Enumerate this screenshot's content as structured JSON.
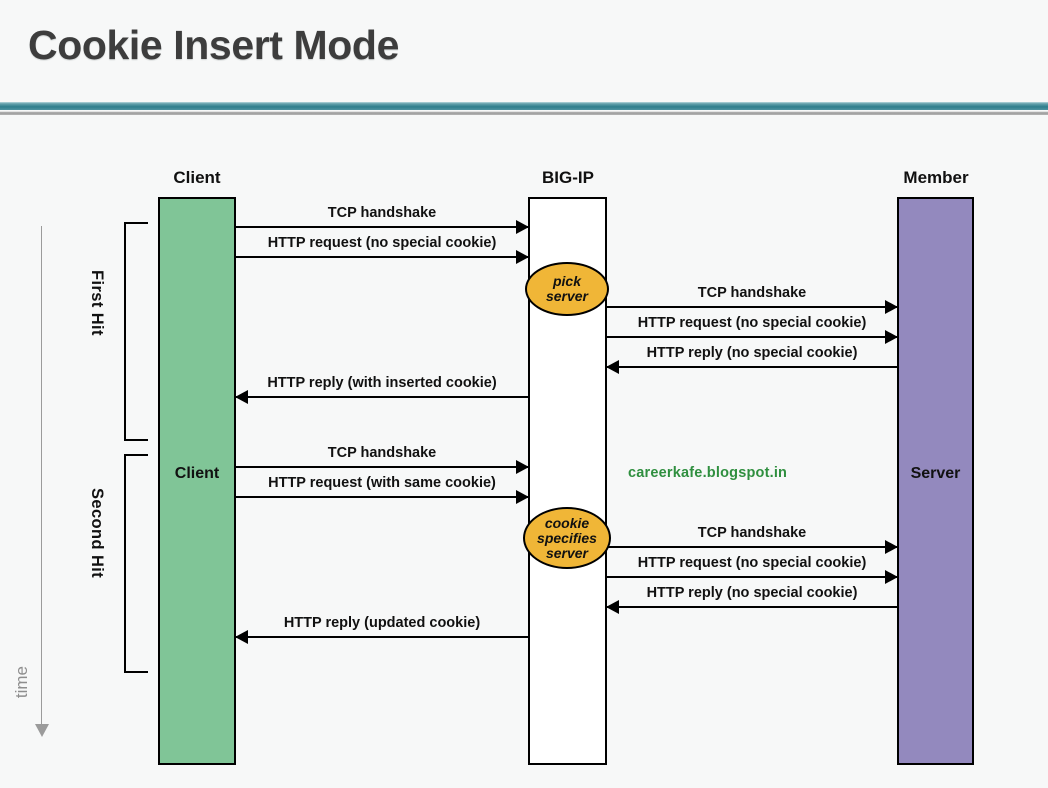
{
  "slide": {
    "title": "Cookie Insert Mode",
    "accent_color": "#2e7d8c",
    "background_color": "#f7f8f8"
  },
  "lifelines": [
    {
      "id": "client",
      "header": "Client",
      "inner_label": "Client",
      "color": "#80c597"
    },
    {
      "id": "bigip",
      "header": "BIG-IP",
      "inner_label": "",
      "color": "#ffffff"
    },
    {
      "id": "member",
      "header": "Member",
      "inner_label": "Server",
      "color": "#9389be"
    }
  ],
  "phases": [
    {
      "id": "first-hit",
      "label": "First Hit"
    },
    {
      "id": "second-hit",
      "label": "Second Hit"
    }
  ],
  "time_axis": {
    "label": "time",
    "color": "#8e8e8e"
  },
  "decisions": [
    {
      "id": "pick-server",
      "line1": "pick",
      "line2": "server",
      "line3": "",
      "color": "#f0b637"
    },
    {
      "id": "cookie-specifies",
      "line1": "cookie",
      "line2": "specifies",
      "line3": "server",
      "color": "#f0b637"
    }
  ],
  "messages": {
    "first_hit_left": [
      {
        "text": "TCP handshake",
        "direction": "right"
      },
      {
        "text": "HTTP request (no special cookie)",
        "direction": "right"
      },
      {
        "text": "HTTP reply (with inserted cookie)",
        "direction": "left"
      }
    ],
    "first_hit_right": [
      {
        "text": "TCP handshake",
        "direction": "right"
      },
      {
        "text": "HTTP request (no special cookie)",
        "direction": "right"
      },
      {
        "text": "HTTP reply (no special cookie)",
        "direction": "left"
      }
    ],
    "second_hit_left": [
      {
        "text": "TCP handshake",
        "direction": "right"
      },
      {
        "text": "HTTP request (with same cookie)",
        "direction": "right"
      },
      {
        "text": "HTTP reply (updated cookie)",
        "direction": "left"
      }
    ],
    "second_hit_right": [
      {
        "text": "TCP handshake",
        "direction": "right"
      },
      {
        "text": "HTTP request (no special cookie)",
        "direction": "right"
      },
      {
        "text": "HTTP reply (no special cookie)",
        "direction": "left"
      }
    ]
  },
  "watermark": {
    "text": "careerkafe.blogspot.in",
    "color": "#2f8f3f"
  }
}
